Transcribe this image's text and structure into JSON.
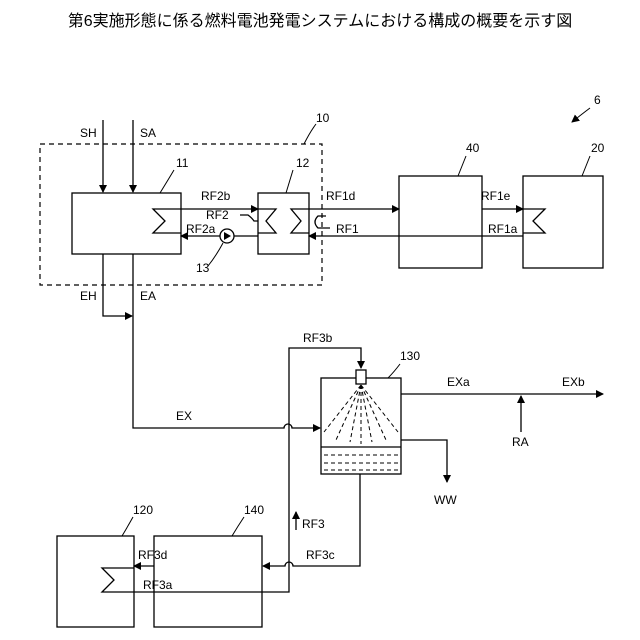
{
  "title": "第6実施形態に係る燃料電池発電システムにおける構成の概要を示す図",
  "refs": {
    "system": "6",
    "module": "10",
    "unit11": "11",
    "unit12": "12",
    "pump13": "13",
    "unit20": "20",
    "unit40": "40",
    "unit120": "120",
    "unit130": "130",
    "unit140": "140"
  },
  "flows": {
    "SH": "SH",
    "SA": "SA",
    "EH": "EH",
    "EA": "EA",
    "EX": "EX",
    "EXa": "EXa",
    "EXb": "EXb",
    "RA": "RA",
    "WW": "WW",
    "RF1": "RF1",
    "RF1a": "RF1a",
    "RF1d": "RF1d",
    "RF1e": "RF1e",
    "RF2": "RF2",
    "RF2a": "RF2a",
    "RF2b": "RF2b",
    "RF3": "RF3",
    "RF3a": "RF3a",
    "RF3b": "RF3b",
    "RF3c": "RF3c",
    "RF3d": "RF3d"
  }
}
